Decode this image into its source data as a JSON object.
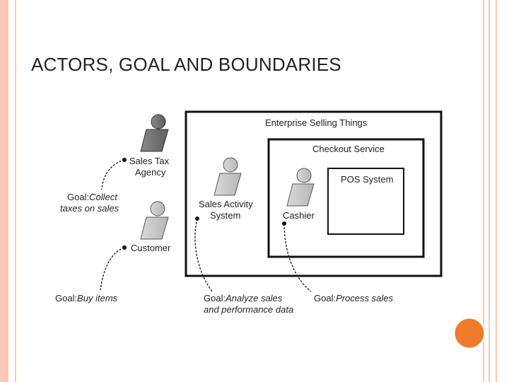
{
  "slide": {
    "title": "ACTORS, GOAL AND BOUNDARIES",
    "accent_color": "#f7c9b4",
    "ornament_color": "#f07b2c"
  },
  "diagram": {
    "boxes": {
      "enterprise": "Enterprise Selling Things",
      "checkout": "Checkout Service",
      "pos": "POS System"
    },
    "actors": {
      "tax_agency": [
        "Sales Tax",
        "Agency"
      ],
      "customer": "Customer",
      "activity_system": [
        "Sales Activity",
        "System"
      ],
      "cashier": "Cashier"
    },
    "goals": {
      "tax": {
        "prefix": "Goal:",
        "lines": [
          "Collect",
          "taxes on sales"
        ]
      },
      "buy": {
        "prefix": "Goal:",
        "lines": [
          "Buy items"
        ]
      },
      "analyze": {
        "prefix": "Goal:",
        "lines": [
          "Analyze sales",
          "and performance data"
        ]
      },
      "process": {
        "prefix": "Goal:",
        "lines": [
          "Process sales"
        ]
      }
    }
  }
}
